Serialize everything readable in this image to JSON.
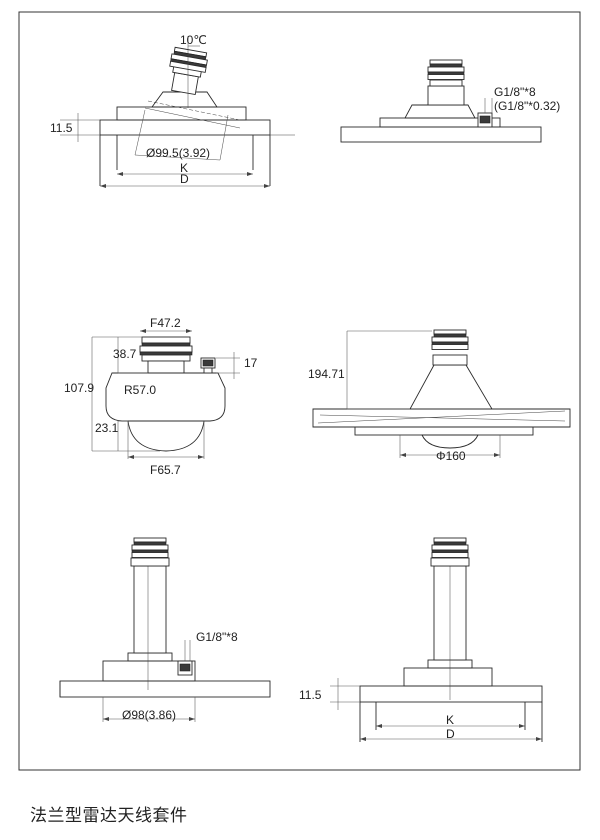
{
  "caption": "法兰型雷达天线套件",
  "labels": {
    "angle": "10℃",
    "v1_height": "11.5",
    "v1_dia": "Ø99.5(3.92)",
    "v1_k": "K",
    "v1_d": "D",
    "v2_thread1": "G1/8\"*8",
    "v2_thread2": "(G1/8\"*0.32)",
    "v3_f1": "F47.2",
    "v3_h1": "38.7",
    "v3_h_total": "107.9",
    "v3_h3": "23.1",
    "v3_r": "R57.0",
    "v3_f2": "F65.7",
    "v3_h_side": "17",
    "v4_height": "194.71",
    "v4_dia": "Φ160",
    "v5_thread": "G1/8\"*8",
    "v5_dia": "Ø98(3.86)",
    "v6_height": "11.5",
    "v6_k": "K",
    "v6_d": "D"
  }
}
